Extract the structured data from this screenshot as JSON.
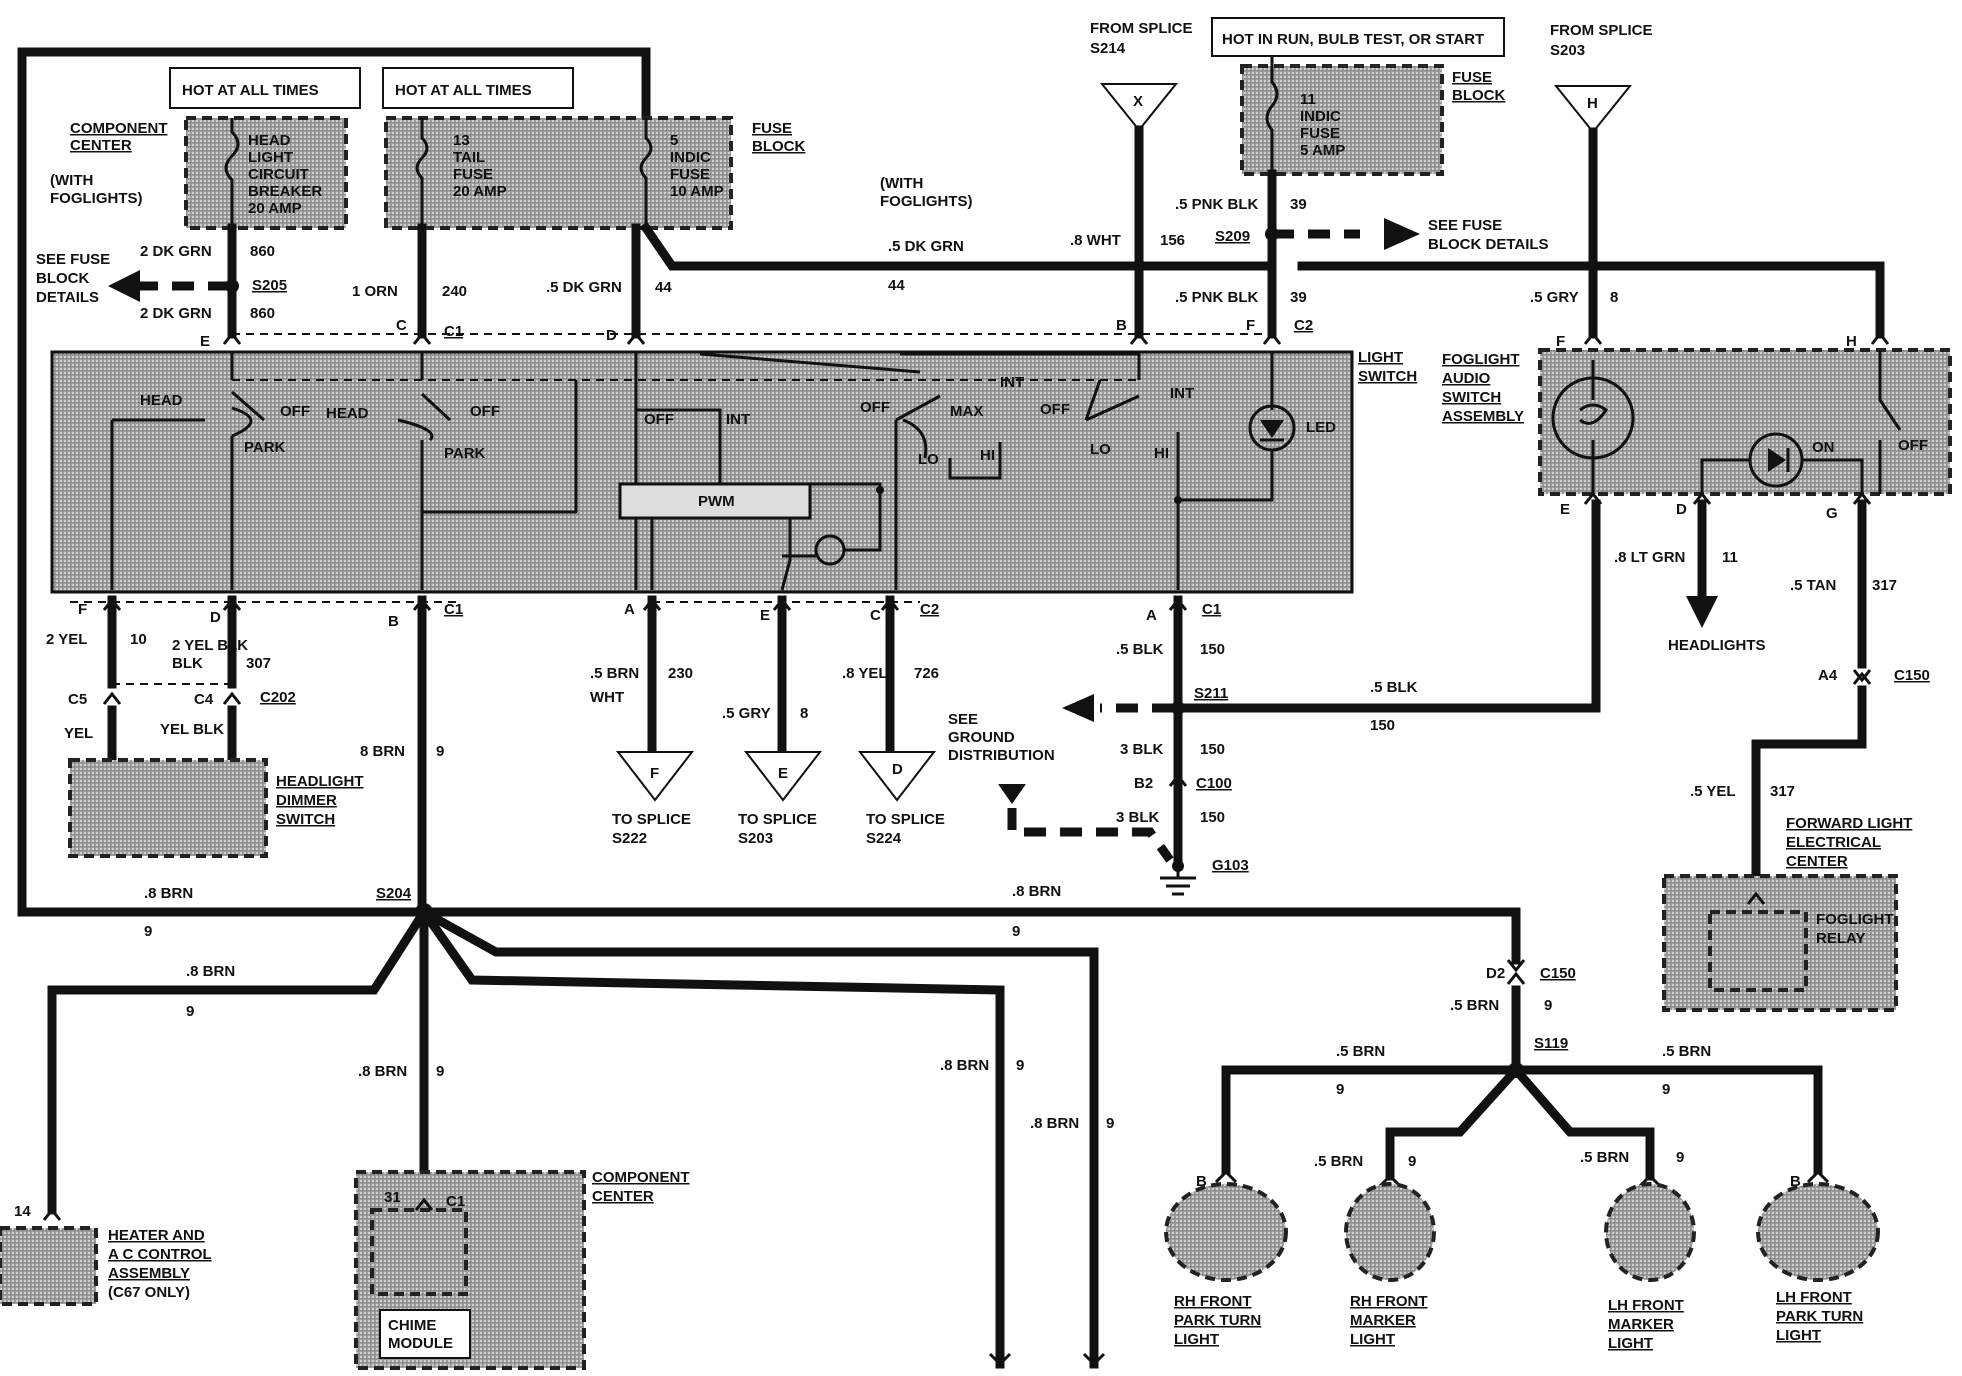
{
  "title_boxes": {
    "hot1": "HOT AT ALL TIMES",
    "hot2": "HOT AT ALL TIMES",
    "hot_run": "HOT IN RUN, BULB TEST, OR START"
  },
  "labels": {
    "component_center": "COMPONENT CENTER",
    "with_foglights": "(WITH FOGLIGHTS)",
    "with_foglights2": "(WITH FOGLIGHTS)",
    "head_light_cb": "HEAD LIGHT CIRCUIT BREAKER 20 AMP",
    "tail_fuse": "13 TAIL FUSE 20 AMP",
    "indic_fuse": "5 INDIC FUSE 10 AMP",
    "indic_fuse_run": "11 INDIC FUSE 5 AMP",
    "fuse_block": "FUSE BLOCK",
    "fuse_block2": "FUSE BLOCK",
    "see_fuse_block": "SEE FUSE BLOCK DETAILS",
    "see_fuse_block2": "SEE FUSE BLOCK DETAILS",
    "from_splice_s214": "FROM SPLICE S214",
    "from_splice_s203": "FROM SPLICE S203",
    "light_switch": "LIGHT SWITCH",
    "foglight_switch": "FOGLIGHT AUDIO SWITCH ASSEMBLY",
    "headlight_dimmer": "HEADLIGHT DIMMER SWITCH",
    "see_ground": "SEE GROUND DISTRIBUTION",
    "headlights": "HEADLIGHTS",
    "fwd_light_center": "FORWARD LIGHT ELECTRICAL CENTER",
    "foglight_relay": "FOGLIGHT RELAY",
    "heater_ac": "HEATER AND A C CONTROL ASSEMBLY (C67 ONLY)",
    "component_center2": "COMPONENT CENTER",
    "chime_module": "CHIME MODULE",
    "rh_front_park": "RH FRONT PARK TURN LIGHT",
    "rh_front_marker": "RH FRONT MARKER LIGHT",
    "lh_front_marker": "LH FRONT MARKER LIGHT",
    "lh_front_park": "LH FRONT PARK TURN LIGHT",
    "to_splice_s222": "TO SPLICE S222",
    "to_splice_s203": "TO SPLICE S203",
    "to_splice_s224": "TO SPLICE S224"
  },
  "switch_labels": {
    "head1": "HEAD",
    "off1": "OFF",
    "park1": "PARK",
    "head2": "HEAD",
    "off2": "OFF",
    "park2": "PARK",
    "off3": "OFF",
    "int1": "INT",
    "pwm": "PWM",
    "off4": "OFF",
    "max": "MAX",
    "lo1": "LO",
    "hi1": "HI",
    "int2": "INT",
    "off5": "OFF",
    "lo2": "LO",
    "hi2": "HI",
    "int3": "INT",
    "led": "LED",
    "on": "ON",
    "off6": "OFF"
  },
  "wires": {
    "w1": ".5 DK GRN",
    "w1n": "44",
    "w1b": "44",
    "w2": ".8 WHT",
    "w2n": "156",
    "w3": ".5 PNK BLK",
    "w3n": "39",
    "w4": ".5 PNK BLK",
    "w4n": "39",
    "w5": ".5 GRY",
    "w5n": "8",
    "w6": "2 DK GRN",
    "w6n": "860",
    "w7": "2 DK GRN",
    "w7n": "860",
    "w8": "1 ORN",
    "w8n": "240",
    "w9": ".5 DK GRN",
    "w9n": "44",
    "w10": "2 YEL",
    "w10n": "10",
    "w11": "2 YEL BLK",
    "w11n": "307",
    "w12": "YEL",
    "w13": "YEL BLK",
    "w14": "8 BRN",
    "w14n": "9",
    "w15": ".5 BRN WHT",
    "w15n": "230",
    "w16": ".5 GRY",
    "w16n": "8",
    "w17": ".8 YEL",
    "w17n": "726",
    "w18": ".5 BLK",
    "w18n": "150",
    "w19": ".5 BLK",
    "w19n": "150",
    "w20": "3 BLK",
    "w20n": "150",
    "w21": "3 BLK",
    "w21n": "150",
    "w22": ".8 LT GRN",
    "w22n": "11",
    "w23": ".5 TAN",
    "w23n": "317",
    "w24": ".5 YEL",
    "w24n": "317",
    "w25": ".8 BRN",
    "w25n": "9",
    "w26": ".8 BRN",
    "w26n": "9",
    "w27": ".8 BRN",
    "w27n": "9",
    "w28": ".8 BRN",
    "w28n": "9",
    "w29": ".8 BRN",
    "w29n": "9",
    "w30": ".8 BRN",
    "w30n": "9",
    "w31": ".5 BRN",
    "w31n": "9",
    "w32": ".5 BRN",
    "w32n": "9",
    "w33": ".5 BRN",
    "w33n": "9",
    "w34": ".5 BRN",
    "w34n": "9",
    "w35": ".5 BRN",
    "w35n": "9"
  },
  "connectors": {
    "s205": "S205",
    "s209": "S209",
    "s211": "S211",
    "s204": "S204",
    "s119": "S119",
    "c1a": "C1",
    "c2a": "C2",
    "c1b": "C1",
    "c2b": "C2",
    "c1c": "C1",
    "c202": "C202",
    "c5": "C5",
    "c4": "C4",
    "c100": "C100",
    "b2": "B2",
    "g103": "G103",
    "c150a": "C150",
    "a4": "A4",
    "c150b": "C150",
    "d2": "D2",
    "pinE": "E",
    "pinC": "C",
    "pinD": "D",
    "pinB": "B",
    "pinF": "F",
    "pinF2": "F",
    "pinD2": "D",
    "pinB2": "B",
    "pinA": "A",
    "pinE2": "E",
    "pinC2": "C",
    "pinA2": "A",
    "fF": "F",
    "fH": "H",
    "fE": "E",
    "fD": "D",
    "fG": "G",
    "p14": "14",
    "p31": "31",
    "pc1": "C1",
    "pB1": "B",
    "pB2": "B",
    "tx": "X",
    "th": "H",
    "tf": "F",
    "te": "E",
    "td": "D"
  }
}
